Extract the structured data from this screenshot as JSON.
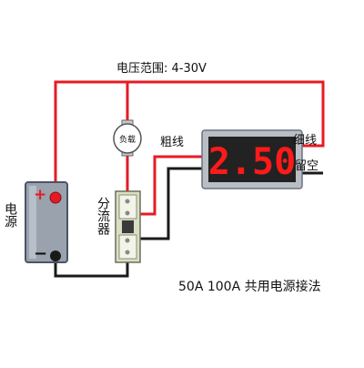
{
  "labels": {
    "voltage_range": "电压范围: 4-30V",
    "load": "负载",
    "thick_wire": "粗线",
    "thin_wire": "细线",
    "reserved": "留空",
    "power_supply": "电源",
    "shunt": "分流器",
    "plus": "+",
    "minus": "−",
    "footer": "50A 100A 共用电源接法"
  },
  "display": {
    "reading": "2.50"
  },
  "colors": {
    "wire_red": "#e51b24",
    "wire_black": "#1a1a1a",
    "battery_body": "#9aa3ad",
    "display_red": "#ff1a1a",
    "display_bg": "#222222",
    "shunt_body": "#d9dfc4"
  }
}
